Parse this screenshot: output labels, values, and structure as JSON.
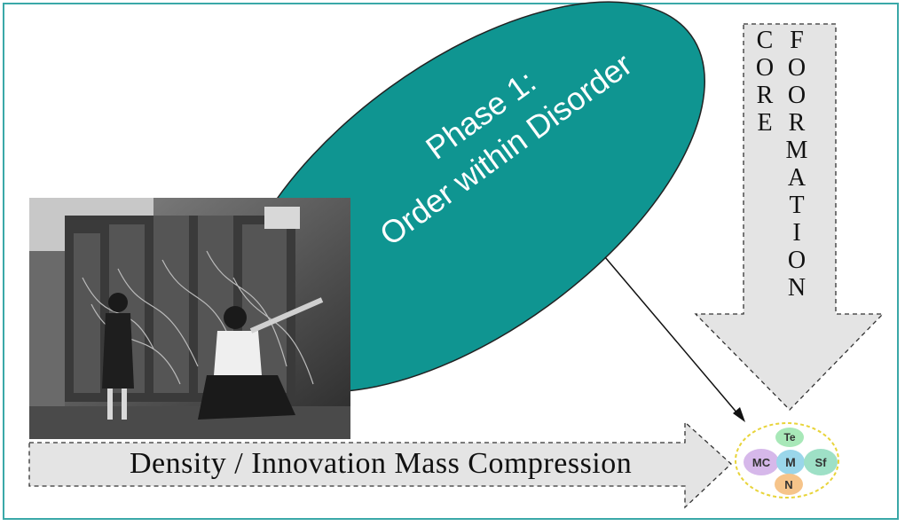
{
  "phase": {
    "line1": "Phase 1:",
    "line2": "Order within Disorder",
    "color": "#0f9591"
  },
  "core_formation": {
    "core_letters": [
      "C",
      "O",
      "R",
      "E"
    ],
    "formation_letters": [
      "F",
      "O",
      "O",
      "R",
      "M",
      "A",
      "T",
      "I",
      "O",
      "N"
    ]
  },
  "density": {
    "label": "Density / Innovation Mass Compression"
  },
  "core_cluster": {
    "te": "Te",
    "mc": "MC",
    "m": "M",
    "sf": "Sf",
    "n": "N",
    "outline_color": "#f1e65a"
  },
  "colors": {
    "frame": "#3aa8a8",
    "arrow_fill": "#e4e4e4",
    "te": "#a8e8b8",
    "mc": "#d6b8ea",
    "m": "#9ad6ea",
    "sf": "#9ee0c6",
    "n": "#f6c48a"
  }
}
